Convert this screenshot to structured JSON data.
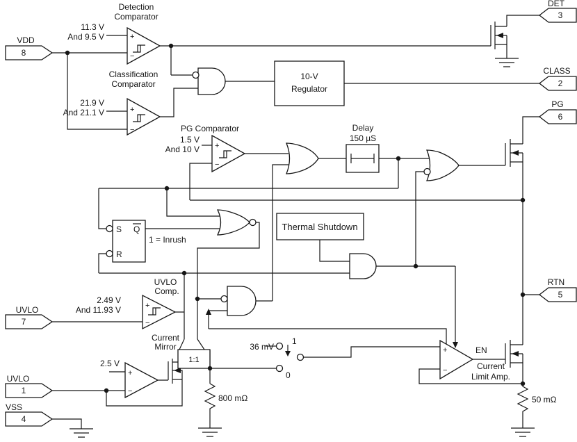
{
  "pins": {
    "vdd": {
      "label": "VDD",
      "num": "8"
    },
    "det": {
      "label": "DET",
      "num": "3"
    },
    "class": {
      "label": "CLASS",
      "num": "2"
    },
    "pg": {
      "label": "PG",
      "num": "6"
    },
    "rtn": {
      "label": "RTN",
      "num": "5"
    },
    "uvlo7": {
      "label": "UVLO",
      "num": "7"
    },
    "uvlo1": {
      "label": "UVLO",
      "num": "1"
    },
    "vss": {
      "label": "VSS",
      "num": "4"
    }
  },
  "labels": {
    "det_comp1": "Detection",
    "det_comp2": "Comparator",
    "det_th1": "11.3 V",
    "det_th2": "And 9.5 V",
    "cls_comp1": "Classification",
    "cls_comp2": "Comparator",
    "cls_th1": "21.9 V",
    "cls_th2": "And 21.1 V",
    "pg_comp": "PG Comparator",
    "pg_th1": "1.5 V",
    "pg_th2": "And 10 V",
    "reg1": "10-V",
    "reg2": "Regulator",
    "delay1": "Delay",
    "delay2": "150 µS",
    "thermal": "Thermal Shutdown",
    "latch_s": "S",
    "latch_q": "Q",
    "latch_r": "R",
    "inrush": "1 = Inrush",
    "uvlo_comp1": "UVLO",
    "uvlo_comp2": "Comp.",
    "uvlo_th1": "2.49 V",
    "uvlo_th2": "And 11.93 V",
    "mirror1": "Current",
    "mirror2": "Mirror",
    "ratio": "1:1",
    "ref25": "2.5 V",
    "ref36": "36 mV",
    "sw1": "1",
    "sw0": "0",
    "r_inrush": "800 mΩ",
    "r_sense": "50 mΩ",
    "en": "EN",
    "cl1": "Current",
    "cl2": "Limit Amp.",
    "plus": "+",
    "minus": "−"
  }
}
